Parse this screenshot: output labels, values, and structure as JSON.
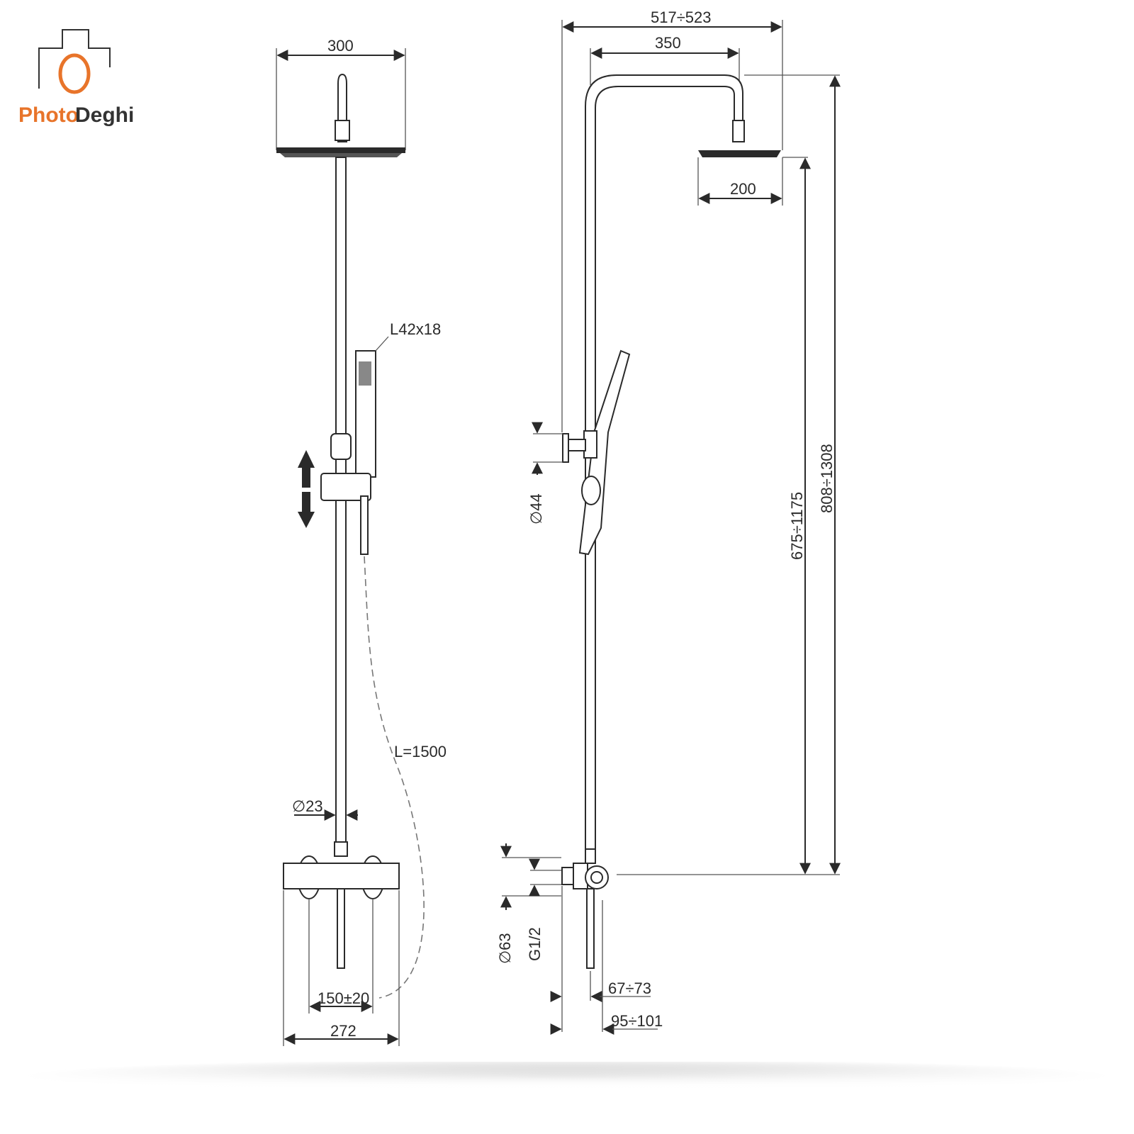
{
  "logo": {
    "part1": "Photo",
    "part2": "Deghi",
    "color_orange": "#e8742a",
    "color_dark": "#333333"
  },
  "left_view": {
    "width_head": "300",
    "hand_shower": "L42x18",
    "hose_length": "L=1500",
    "bar_diameter": "∅23",
    "inlet_spacing": "150±20",
    "mixer_width": "272"
  },
  "right_view": {
    "total_reach": "517÷523",
    "arm_reach": "350",
    "head_size": "200",
    "height_head": "675÷1175",
    "height_total": "808÷1308",
    "holder_diameter": "∅44",
    "cap_diameter": "∅63",
    "thread": "G1/2",
    "wall_offset_1": "67÷73",
    "wall_offset_2": "95÷101"
  }
}
